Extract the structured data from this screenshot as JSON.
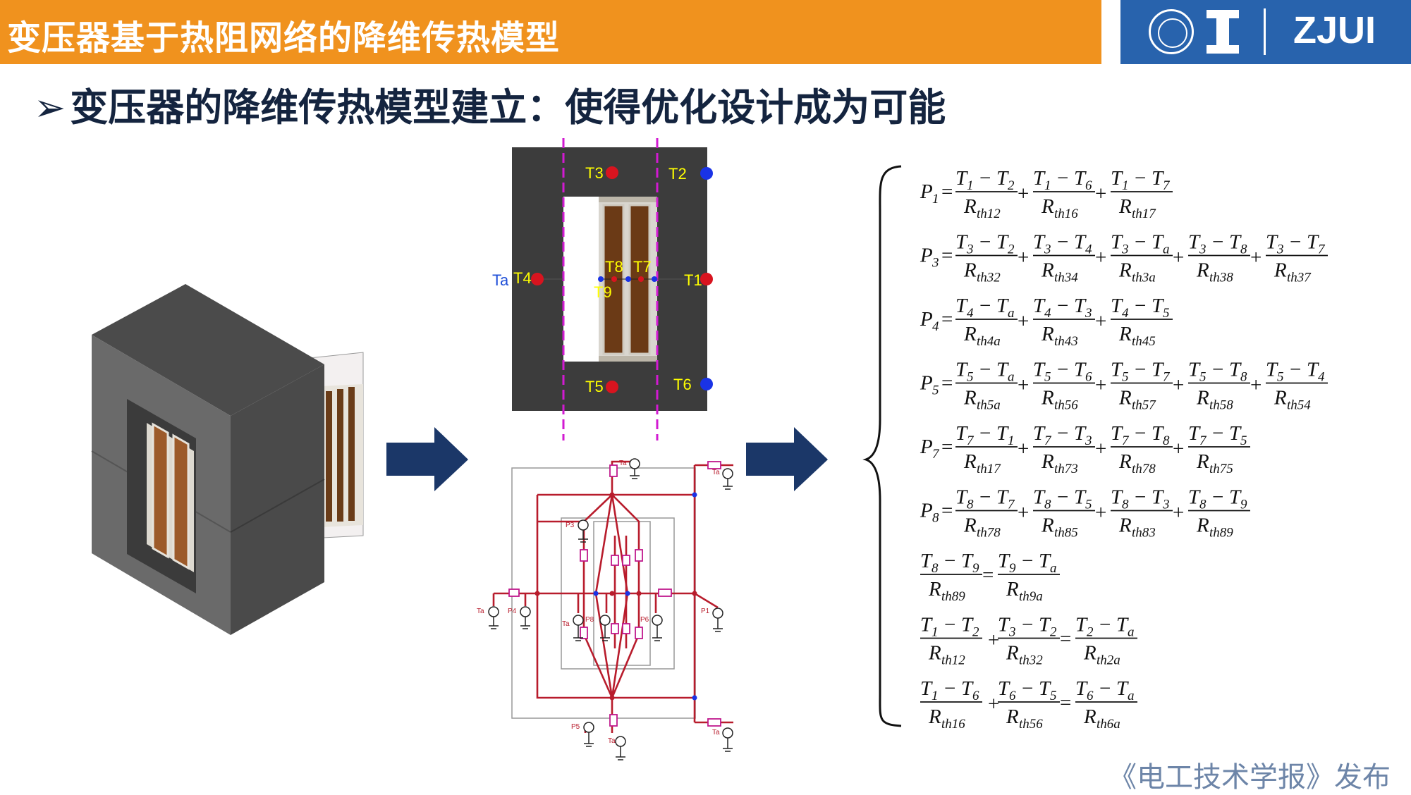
{
  "header": {
    "title": "变压器基于热阻网络的降维传热模型",
    "logo_text": "ZJUI",
    "logo_mark": "university-seal"
  },
  "subtitle": {
    "bullet": "➢",
    "text": "变压器的降维传热模型建立：使得优化设计成为可能"
  },
  "diagram": {
    "node_labels": [
      "T3",
      "T2",
      "T4",
      "T8",
      "T7",
      "T1",
      "T9",
      "T5",
      "T6",
      "Ta"
    ],
    "circuit_labels": [
      "Ta",
      "Ta",
      "P3",
      "Ta",
      "P4",
      "Ta",
      "P8",
      "P6",
      "P1",
      "P5",
      "Ta",
      "Ta"
    ]
  },
  "equations": [
    {
      "lhs": "P",
      "lhs_sub": "1",
      "terms": [
        {
          "a": "T",
          "as": "1",
          "b": "T",
          "bs": "2",
          "r": "th12"
        },
        {
          "a": "T",
          "as": "1",
          "b": "T",
          "bs": "6",
          "r": "th16"
        },
        {
          "a": "T",
          "as": "1",
          "b": "T",
          "bs": "7",
          "r": "th17"
        }
      ]
    },
    {
      "lhs": "P",
      "lhs_sub": "3",
      "terms": [
        {
          "a": "T",
          "as": "3",
          "b": "T",
          "bs": "2",
          "r": "th32"
        },
        {
          "a": "T",
          "as": "3",
          "b": "T",
          "bs": "4",
          "r": "th34"
        },
        {
          "a": "T",
          "as": "3",
          "b": "T",
          "bs": "a",
          "r": "th3a"
        },
        {
          "a": "T",
          "as": "3",
          "b": "T",
          "bs": "8",
          "r": "th38"
        },
        {
          "a": "T",
          "as": "3",
          "b": "T",
          "bs": "7",
          "r": "th37"
        }
      ]
    },
    {
      "lhs": "P",
      "lhs_sub": "4",
      "terms": [
        {
          "a": "T",
          "as": "4",
          "b": "T",
          "bs": "a",
          "r": "th4a"
        },
        {
          "a": "T",
          "as": "4",
          "b": "T",
          "bs": "3",
          "r": "th43"
        },
        {
          "a": "T",
          "as": "4",
          "b": "T",
          "bs": "5",
          "r": "th45"
        }
      ]
    },
    {
      "lhs": "P",
      "lhs_sub": "5",
      "terms": [
        {
          "a": "T",
          "as": "5",
          "b": "T",
          "bs": "a",
          "r": "th5a"
        },
        {
          "a": "T",
          "as": "5",
          "b": "T",
          "bs": "6",
          "r": "th56"
        },
        {
          "a": "T",
          "as": "5",
          "b": "T",
          "bs": "7",
          "r": "th57"
        },
        {
          "a": "T",
          "as": "5",
          "b": "T",
          "bs": "8",
          "r": "th58"
        },
        {
          "a": "T",
          "as": "5",
          "b": "T",
          "bs": "4",
          "r": "th54"
        }
      ]
    },
    {
      "lhs": "P",
      "lhs_sub": "7",
      "terms": [
        {
          "a": "T",
          "as": "7",
          "b": "T",
          "bs": "1",
          "r": "th17"
        },
        {
          "a": "T",
          "as": "7",
          "b": "T",
          "bs": "3",
          "r": "th73"
        },
        {
          "a": "T",
          "as": "7",
          "b": "T",
          "bs": "8",
          "r": "th78"
        },
        {
          "a": "T",
          "as": "7",
          "b": "T",
          "bs": "5",
          "r": "th75"
        }
      ]
    },
    {
      "lhs": "P",
      "lhs_sub": "8",
      "terms": [
        {
          "a": "T",
          "as": "8",
          "b": "T",
          "bs": "7",
          "r": "th78"
        },
        {
          "a": "T",
          "as": "8",
          "b": "T",
          "bs": "5",
          "r": "th85"
        },
        {
          "a": "T",
          "as": "8",
          "b": "T",
          "bs": "3",
          "r": "th83"
        },
        {
          "a": "T",
          "as": "8",
          "b": "T",
          "bs": "9",
          "r": "th89"
        }
      ]
    },
    {
      "lhs": "",
      "lhs_sub": "",
      "lterms": [
        {
          "a": "T",
          "as": "8",
          "b": "T",
          "bs": "9",
          "r": "th89"
        }
      ],
      "terms": [
        {
          "a": "T",
          "as": "9",
          "b": "T",
          "bs": "a",
          "r": "th9a"
        }
      ]
    },
    {
      "lhs": "",
      "lhs_sub": "",
      "lterms": [
        {
          "a": "T",
          "as": "1",
          "b": "T",
          "bs": "2",
          "r": "th12"
        },
        {
          "a": "T",
          "as": "3",
          "b": "T",
          "bs": "2",
          "r": "th32"
        }
      ],
      "terms": [
        {
          "a": "T",
          "as": "2",
          "b": "T",
          "bs": "a",
          "r": "th2a"
        }
      ]
    },
    {
      "lhs": "",
      "lhs_sub": "",
      "lterms": [
        {
          "a": "T",
          "as": "1",
          "b": "T",
          "bs": "6",
          "r": "th16"
        },
        {
          "a": "T",
          "as": "6",
          "b": "T",
          "bs": "5",
          "r": "th56"
        }
      ],
      "terms": [
        {
          "a": "T",
          "as": "6",
          "b": "T",
          "bs": "a",
          "r": "th6a"
        }
      ]
    }
  ],
  "footer": {
    "text": "《电工技术学报》发布"
  },
  "colors": {
    "header_bg": "#f0921e",
    "logo_bg": "#2863ad",
    "arrow": "#1b3768",
    "core": "#3c3c3c",
    "winding": "#6b3a16",
    "circuit": "#b81c2c"
  }
}
